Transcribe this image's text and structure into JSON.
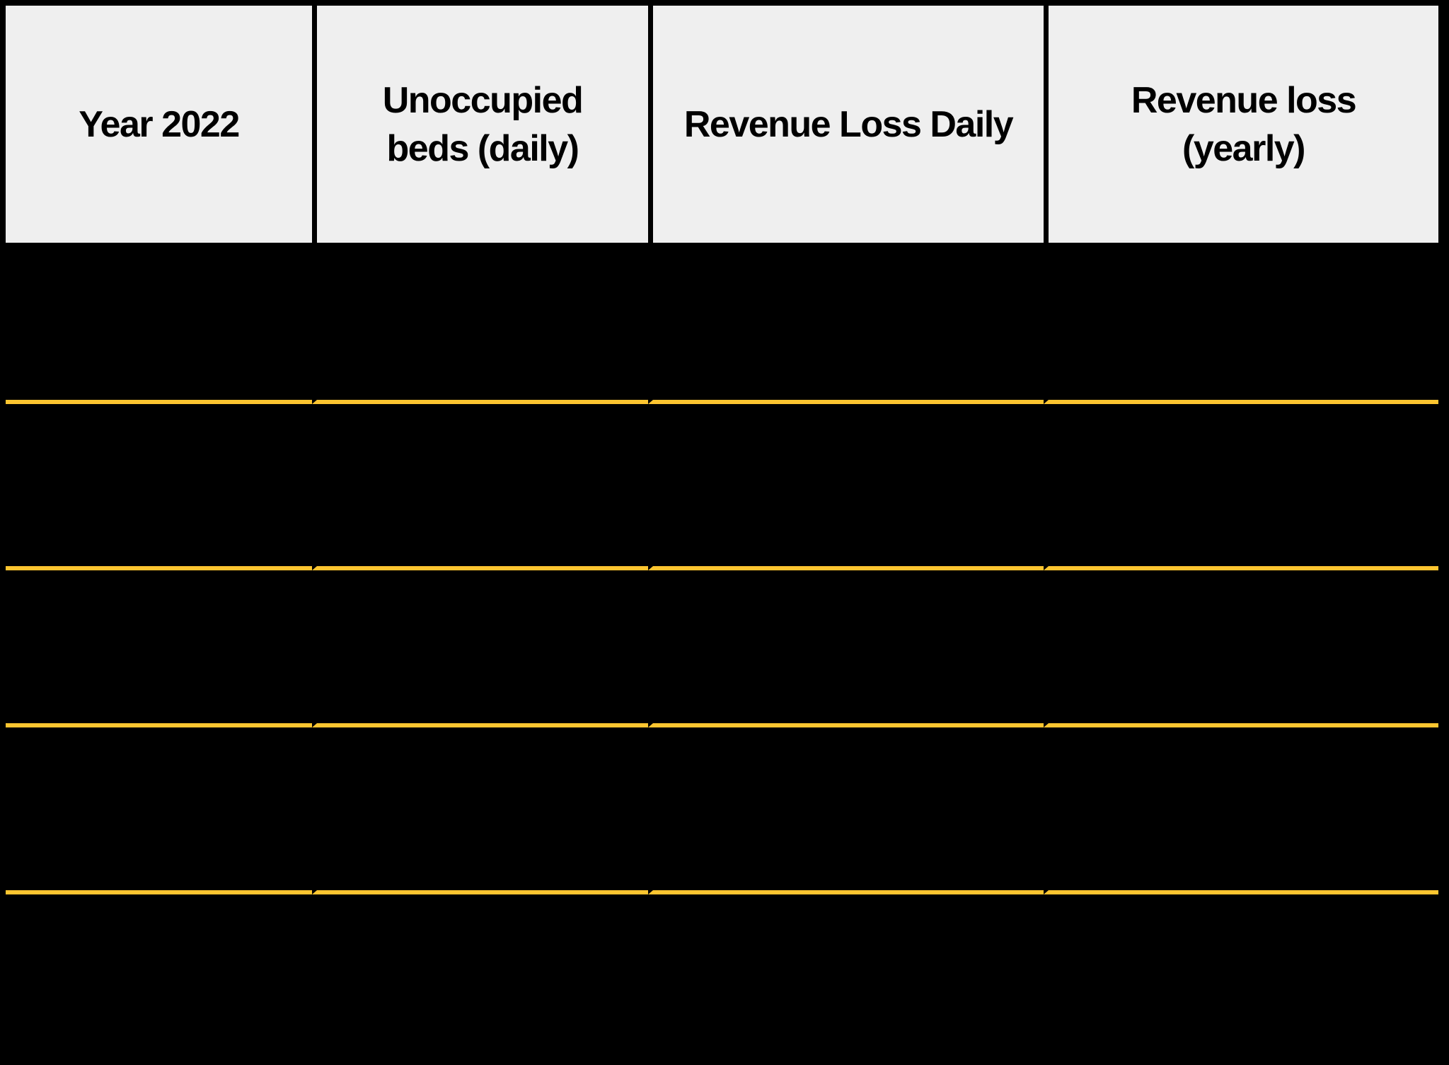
{
  "chart_data": {
    "type": "table",
    "title": "",
    "columns": [
      "Year 2022",
      "Unoccupied\nbeds (daily)",
      "Revenue Loss Daily",
      "Revenue loss\n(yearly)"
    ],
    "rows": [
      [
        "",
        "",
        "",
        ""
      ],
      [
        "",
        "",
        "",
        ""
      ],
      [
        "",
        "",
        "",
        ""
      ],
      [
        "",
        "",
        "",
        ""
      ],
      [
        "",
        "",
        "",
        ""
      ]
    ],
    "layout": {
      "header_position": "top",
      "body_style": "black rows separated by gold horizontal divider lines",
      "grid": "gold row dividers with small black gaps at column boundaries"
    }
  },
  "colors": {
    "page_background": "#000000",
    "header_background": "#EFEFEF",
    "header_text": "#000000",
    "row_divider_gold": "#FDC530",
    "grid_black": "#000000"
  }
}
